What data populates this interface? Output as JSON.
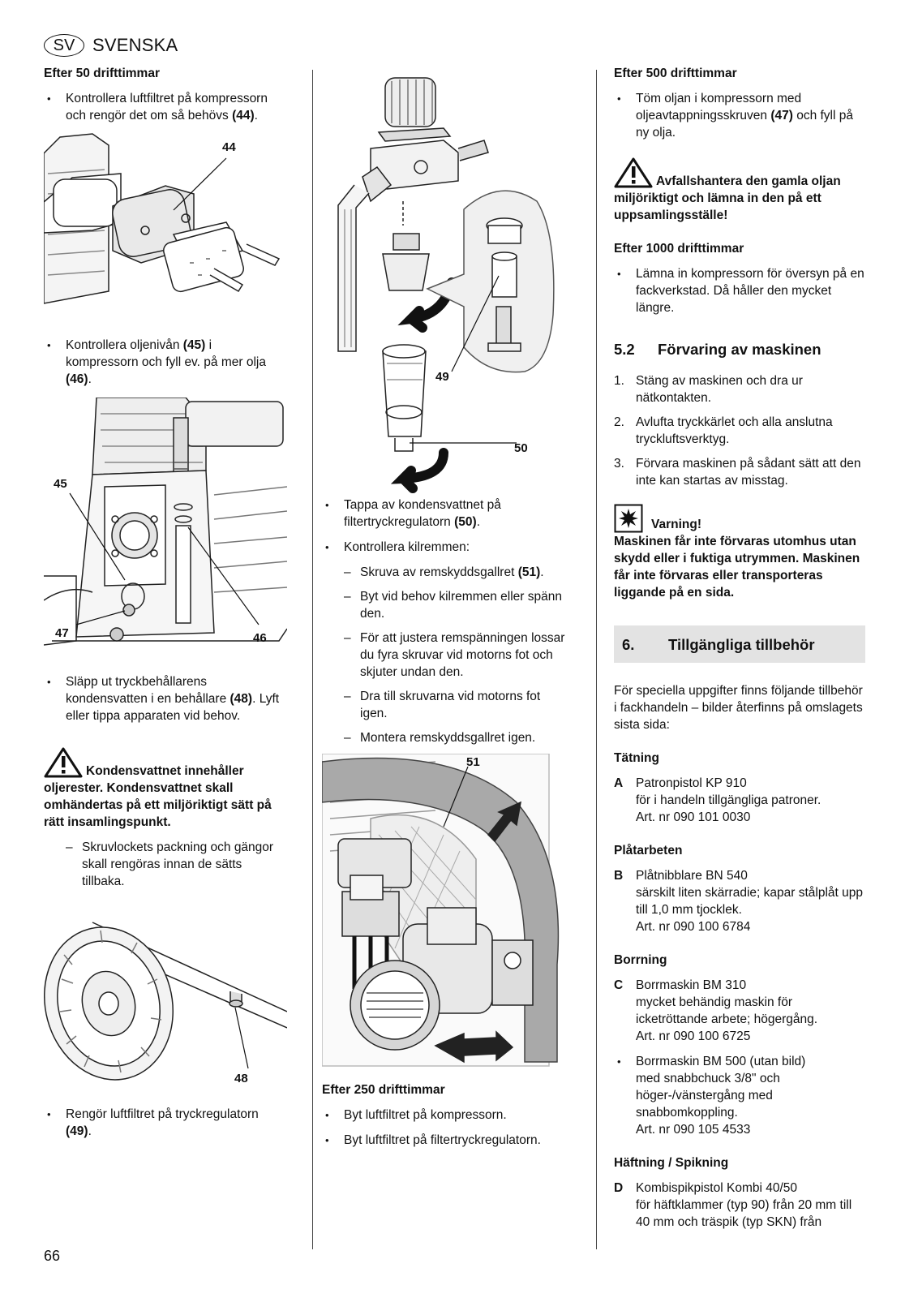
{
  "header": {
    "badge": "SV",
    "language": "SVENSKA"
  },
  "page_number": "66",
  "col1": {
    "h_50": "Efter 50 drifttimmar",
    "b1": {
      "text": "Kontrollera luftfiltret  på kompressorn och rengör det om så behövs ",
      "ref": "(44)",
      "end": "."
    },
    "fig1_label": "44",
    "b2": {
      "t1": "Kontrollera oljenivån ",
      "r1": "(45)",
      "t2": " i kompressorn och fyll ev. på mer olja ",
      "r2": "(46)",
      "end": "."
    },
    "fig2_labels": {
      "l45": "45",
      "l46": "46",
      "l47": "47"
    },
    "b3": {
      "t1": "Släpp ut tryckbehållarens kondensvatten i en behållare ",
      "r1": "(48)",
      "t2": ". Lyft eller tippa apparaten vid behov."
    },
    "warn": "Kondensvattnet innehåller oljerester. Kondensvattnet skall omhändertas på ett miljöriktigt sätt på rätt insamlingspunkt.",
    "dash1": "Skruvlockets packning och gängor skall rengöras innan de sätts tillbaka.",
    "fig3_label": "48",
    "b4": {
      "t1": "Rengör luftfiltret på tryckregulatorn ",
      "r1": "(49)",
      "end": "."
    }
  },
  "col2": {
    "fig_labels": {
      "l49": "49",
      "l50": "50"
    },
    "b1": {
      "t1": "Tappa av kondensvattnet på filtertryckregulatorn ",
      "r1": "(50)",
      "end": "."
    },
    "b2": "Kontrollera kilremmen:",
    "d1": {
      "t1": "Skruva av remskyddsgallret ",
      "r1": "(51)",
      "end": "."
    },
    "d2": "Byt vid behov kilremmen eller spänn den.",
    "d3": "För att justera remspänningen lossar du fyra skruvar vid motorns fot och skjuter undan den.",
    "d4": "Dra till skruvarna vid motorns fot igen.",
    "d5": "Montera remskyddsgallret igen.",
    "fig2_label": "51",
    "h_250": "Efter 250 drifttimmar",
    "b3": "Byt luftfiltret på kompressorn.",
    "b4": "Byt luftfiltret på filtertryckregulatorn."
  },
  "col3": {
    "h_500": "Efter 500 drifttimmar",
    "b1": {
      "t1": "Töm oljan i kompressorn med oljeavtappningsskruven ",
      "r1": "(47)",
      "t2": " och fyll på ny olja."
    },
    "warn": "Avfallshantera den gamla oljan miljöriktigt och lämna in den på ett uppsamlingsställe!",
    "h_1000": "Efter 1000 drifttimmar",
    "b2": "Lämna in kompressorn för översyn på en fackverkstad. Då håller den mycket längre.",
    "s52_num": "5.2",
    "s52_title": "Förvaring av maskinen",
    "steps": [
      {
        "n": "1.",
        "t": "Stäng av maskinen och dra ur nätkontakten."
      },
      {
        "n": "2.",
        "t": "Avlufta tryckkärlet och alla anslutna tryckluftsverktyg."
      },
      {
        "n": "3.",
        "t": "Förvara maskinen på sådant sätt att den inte kan startas av misstag."
      }
    ],
    "varning_title": "Varning!",
    "varning_text": "Maskinen får inte förvaras utomhus utan skydd eller i fuktiga utrymmen. Maskinen får inte förvaras eller transporteras liggande på en sida.",
    "s6_num": "6.",
    "s6_title": "Tillgängliga tillbehör",
    "intro": "För speciella uppgifter finns följande tillbehör i fackhandeln – bilder återfinns på omslagets sista sida:",
    "groups": {
      "tatning": "Tätning",
      "platarbeten": "Plåtarbeten",
      "borrning": "Borrning",
      "haftning": "Häftning / Spikning"
    },
    "acc_a": {
      "letter": "A",
      "l1": "Patronpistol KP 910",
      "l2": "för i handeln tillgängliga patroner.",
      "l3": "Art. nr 090 101 0030"
    },
    "acc_b": {
      "letter": "B",
      "l1": "Plåtnibblare BN 540",
      "l2": "särskilt liten skärradie; kapar stålplåt upp till 1,0 mm tjocklek.",
      "l3": "Art. nr 090 100 6784"
    },
    "acc_c": {
      "letter": "C",
      "l1": "Borrmaskin BM 310",
      "l2": "mycket behändig maskin för icketröttande arbete; högergång.",
      "l3": "Art. nr 090 100 6725"
    },
    "acc_bm500": {
      "l1": "Borrmaskin BM 500 (utan bild)",
      "l2": "med snabbchuck 3/8\" och höger-/vänstergång med snabbomkoppling.",
      "l3": "Art. nr 090 105 4533"
    },
    "acc_d": {
      "letter": "D",
      "l1": "Kombispikpistol Kombi 40/50",
      "l2": "för häftklammer (typ 90) från 20 mm till 40 mm och träspik (typ SKN) från"
    }
  }
}
